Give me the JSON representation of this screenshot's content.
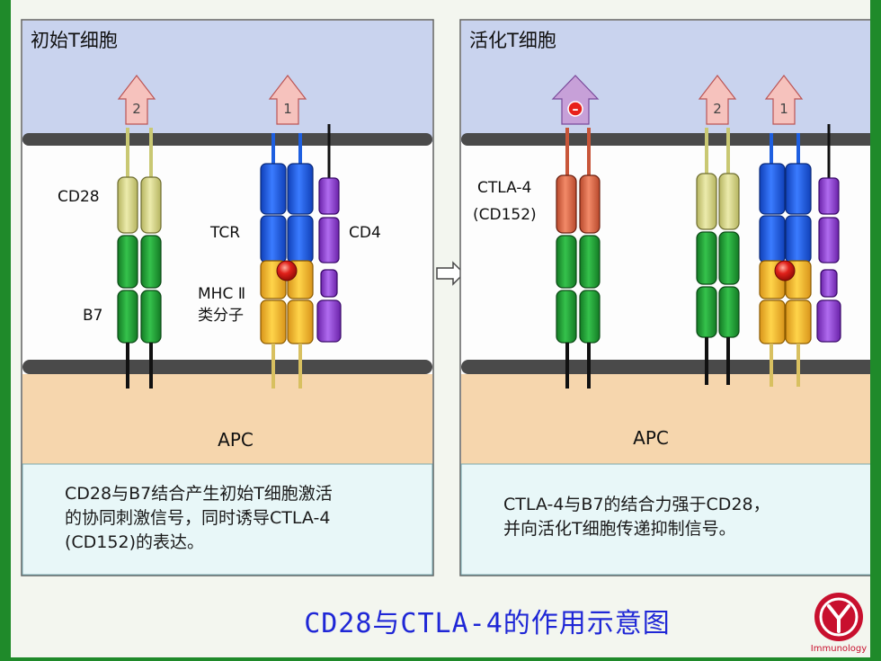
{
  "left_panel": {
    "header": "初始T细胞",
    "labels": {
      "cd28": "CD28",
      "b7": "B7",
      "tcr": "TCR",
      "cd4": "CD4",
      "mhc_line1": "MHC Ⅱ",
      "mhc_line2": "类分子",
      "apc": "APC"
    },
    "signals": [
      "2",
      "1"
    ],
    "caption_lines": [
      "CD28与B7结合产生初始T细胞激活",
      "的协同刺激信号，同时诱导CTLA-4",
      "(CD152)的表达。"
    ]
  },
  "right_panel": {
    "header": "活化T细胞",
    "labels": {
      "ctla4_line1": "CTLA-4",
      "ctla4_line2": "(CD152)",
      "apc": "APC"
    },
    "signals": [
      "2",
      "1"
    ],
    "inhibit_symbol": "–",
    "caption_lines": [
      "CTLA-4与B7的结合力强于CD28，",
      "并向活化T细胞传递抑制信号。"
    ]
  },
  "title": "CD28与CTLA-4的作用示意图",
  "logo_text": "Immunology",
  "colors": {
    "tcell_bg": "#c9d3ee",
    "apc_bg": "#f6d6ad",
    "membrane": "#505050",
    "caption_bg": "#e8f7f8",
    "cd28": "#d8d68a",
    "b7": "#22a23a",
    "tcr": "#1e5fe0",
    "mhc": "#f7bf2a",
    "cd4": "#8e3fd2",
    "ctla4": "#e0694a",
    "signal_arrow": "#f6c2bd",
    "inhibit_arrow": "#c7a0d8",
    "title": "#1f27d6",
    "frame": "#1f8a2a"
  }
}
